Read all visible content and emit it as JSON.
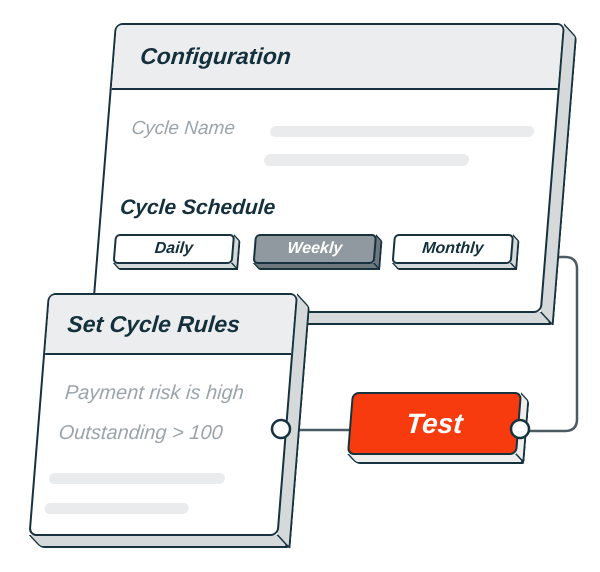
{
  "illustration": {
    "config_card": {
      "title": "Configuration",
      "cycle_name_label": "Cycle Name",
      "schedule_label": "Cycle Schedule",
      "schedule_options": [
        {
          "label": "Daily",
          "selected": false
        },
        {
          "label": "Weekly",
          "selected": true
        },
        {
          "label": "Monthly",
          "selected": false
        }
      ]
    },
    "rules_card": {
      "title": "Set Cycle Rules",
      "rules": [
        "Payment risk is high",
        "Outstanding > 100"
      ]
    },
    "test_button": {
      "label": "Test"
    },
    "colors": {
      "outline": "#16323f",
      "header_bg": "#ebedee",
      "card_bg": "#ffffff",
      "side_gray": "#d5d9da",
      "muted_text": "#9aa4ab",
      "dark_text": "#14303c",
      "placeholder_bar": "#e9ebec",
      "selected_option_bg": "#8f999f",
      "selected_option_side": "#6e787e",
      "accent_red": "#f83b0e",
      "wire": "#4b5b64"
    }
  }
}
